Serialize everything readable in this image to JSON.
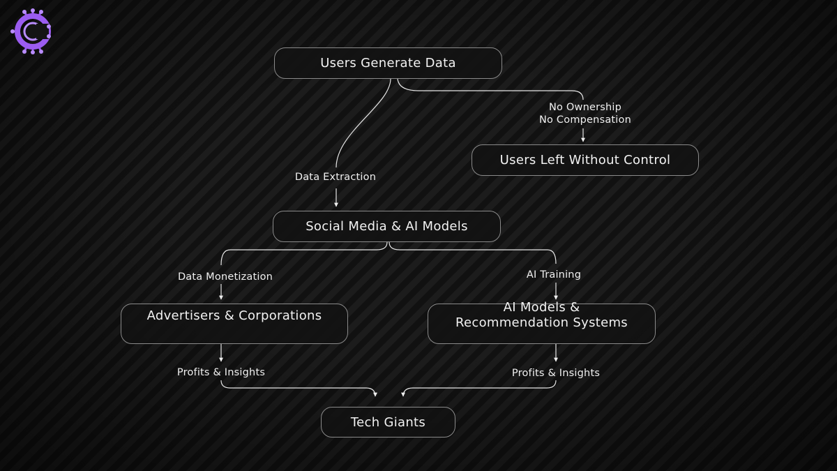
{
  "brand": {
    "logo_icon": "circuit-c-logo",
    "accent_color": "#9b5cf0"
  },
  "diagram": {
    "nodes": {
      "users_generate_data": "Users Generate Data",
      "users_left_without_control": "Users Left Without Control",
      "social_media_ai_models": "Social Media & AI Models",
      "advertisers_corporations": "Advertisers & Corporations",
      "ai_models_recommendation": "AI Models & Recommendation Systems",
      "tech_giants": "Tech Giants"
    },
    "edge_labels": {
      "no_ownership": "No Ownership",
      "no_compensation": "No Compensation",
      "data_extraction": "Data Extraction",
      "data_monetization": "Data Monetization",
      "ai_training": "AI Training",
      "profits_insights_left": "Profits & Insights",
      "profits_insights_right": "Profits & Insights"
    }
  },
  "colors": {
    "background": "#141414",
    "line": "#e6e6e6",
    "box_border": "#8a8a8a",
    "text": "#f2f2f2"
  }
}
